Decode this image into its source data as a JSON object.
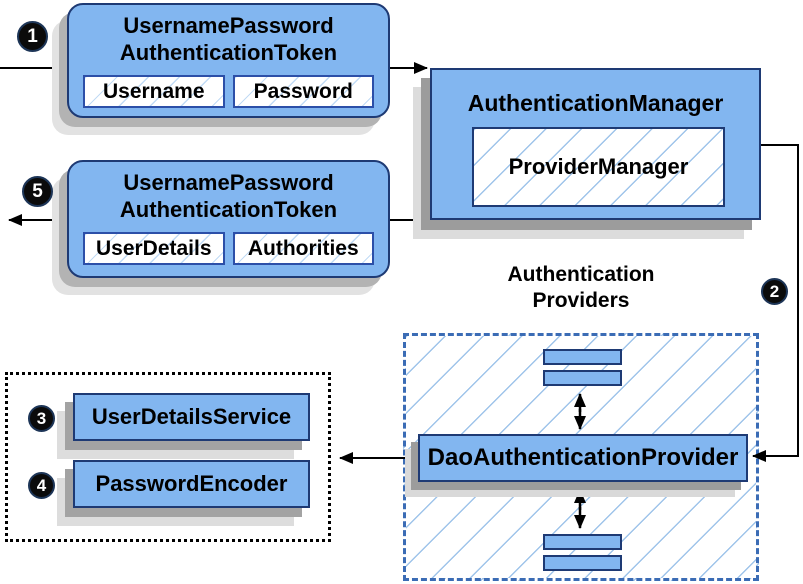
{
  "badges": {
    "step1": "1",
    "step2": "2",
    "step3": "3",
    "step4": "4",
    "step5": "5"
  },
  "request_token": {
    "title_line1": "UsernamePassword",
    "title_line2": "AuthenticationToken",
    "fields": [
      "Username",
      "Password"
    ]
  },
  "response_token": {
    "title_line1": "UsernamePassword",
    "title_line2": "AuthenticationToken",
    "fields": [
      "UserDetails",
      "Authorities"
    ]
  },
  "authentication_manager": {
    "title": "AuthenticationManager",
    "provider": "ProviderManager"
  },
  "authentication_providers": {
    "label_line1": "Authentication",
    "label_line2": "Providers",
    "main_provider": "DaoAuthenticationProvider"
  },
  "collaborators": {
    "user_details_service": "UserDetailsService",
    "password_encoder": "PasswordEncoder"
  },
  "colors": {
    "box_fill": "#82b6f0",
    "box_border": "#1e3a74",
    "field_border": "#2c4fa8",
    "hatch_line": "#9fc4ea",
    "dashed_border": "#3b6cb5",
    "dotted_border": "#000000",
    "connector": "#000000",
    "shadow_dark": "#9c9c9c",
    "shadow_light": "#dcdcdc"
  }
}
